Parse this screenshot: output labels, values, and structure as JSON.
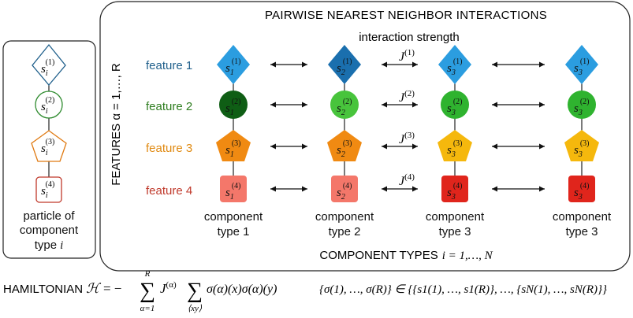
{
  "particle_panel": {
    "caption_line1": "particle of",
    "caption_line2": "component",
    "caption_line3": "type",
    "caption_var": "i",
    "shapes": [
      {
        "shape": "diamond",
        "label_base": "s",
        "sub": "i",
        "sup": "(1)",
        "stroke": "#1f5f8b"
      },
      {
        "shape": "circle",
        "label_base": "s",
        "sub": "i",
        "sup": "(2)",
        "stroke": "#2e8b2e"
      },
      {
        "shape": "pentagon",
        "label_base": "s",
        "sub": "i",
        "sup": "(3)",
        "stroke": "#e07a12"
      },
      {
        "shape": "square",
        "label_base": "s",
        "sub": "i",
        "sup": "(4)",
        "stroke": "#c0392b"
      }
    ]
  },
  "main_panel": {
    "title": "PAIRWISE NEAREST NEIGHBOR INTERACTIONS",
    "interaction_strength": "interaction strength",
    "features_axis_label": "FEATURES α = 1,…, R",
    "feature_labels": [
      {
        "text": "feature 1",
        "color": "#1f5f8b"
      },
      {
        "text": "feature 2",
        "color": "#2e7d1f"
      },
      {
        "text": "feature 3",
        "color": "#e08a12"
      },
      {
        "text": "feature 4",
        "color": "#c0392b"
      }
    ],
    "couplings": [
      {
        "base": "J",
        "sup": "(1)"
      },
      {
        "base": "J",
        "sup": "(2)"
      },
      {
        "base": "J",
        "sup": "(3)"
      },
      {
        "base": "J",
        "sup": "(4)"
      }
    ],
    "columns": [
      {
        "sub": "1",
        "type_line1": "component",
        "type_line2": "type 1",
        "fills": [
          "#2b9de0",
          "#0f5e15",
          "#f08a12",
          "#f4776a"
        ]
      },
      {
        "sub": "2",
        "type_line1": "component",
        "type_line2": "type 2",
        "fills": [
          "#1a6fae",
          "#48c43c",
          "#f08a12",
          "#f4776a"
        ]
      },
      {
        "sub": "3",
        "type_line1": "component",
        "type_line2": "type 3",
        "fills": [
          "#2b9de0",
          "#2fb32f",
          "#f5b80d",
          "#e0251c"
        ]
      },
      {
        "sub": "3",
        "type_line1": "component",
        "type_line2": "type 3",
        "fills": [
          "#2b9de0",
          "#2fb32f",
          "#f5b80d",
          "#e0251c"
        ]
      }
    ],
    "sups": [
      "(1)",
      "(2)",
      "(3)",
      "(4)"
    ],
    "component_types_label": "COMPONENT TYPES",
    "component_types_range": "i = 1,…, N"
  },
  "formula": {
    "hamiltonian_word": "HAMILTONIAN",
    "hamiltonian_symbol": "ℋ",
    "equals_minus": "= −",
    "sum_upper": "R",
    "sum_lower": "α=1",
    "J_term_base": "J",
    "J_term_sup": "(α)",
    "inner_sum_lower": "⟨xy⟩",
    "sigma_product": "σ(α)(x)σ(α)(y)",
    "set_lhs": "{σ(1), …, σ(R)} ∈ {{s1(1), …, s1(R)}, …, {sN(1), …, sN(R)}}"
  }
}
